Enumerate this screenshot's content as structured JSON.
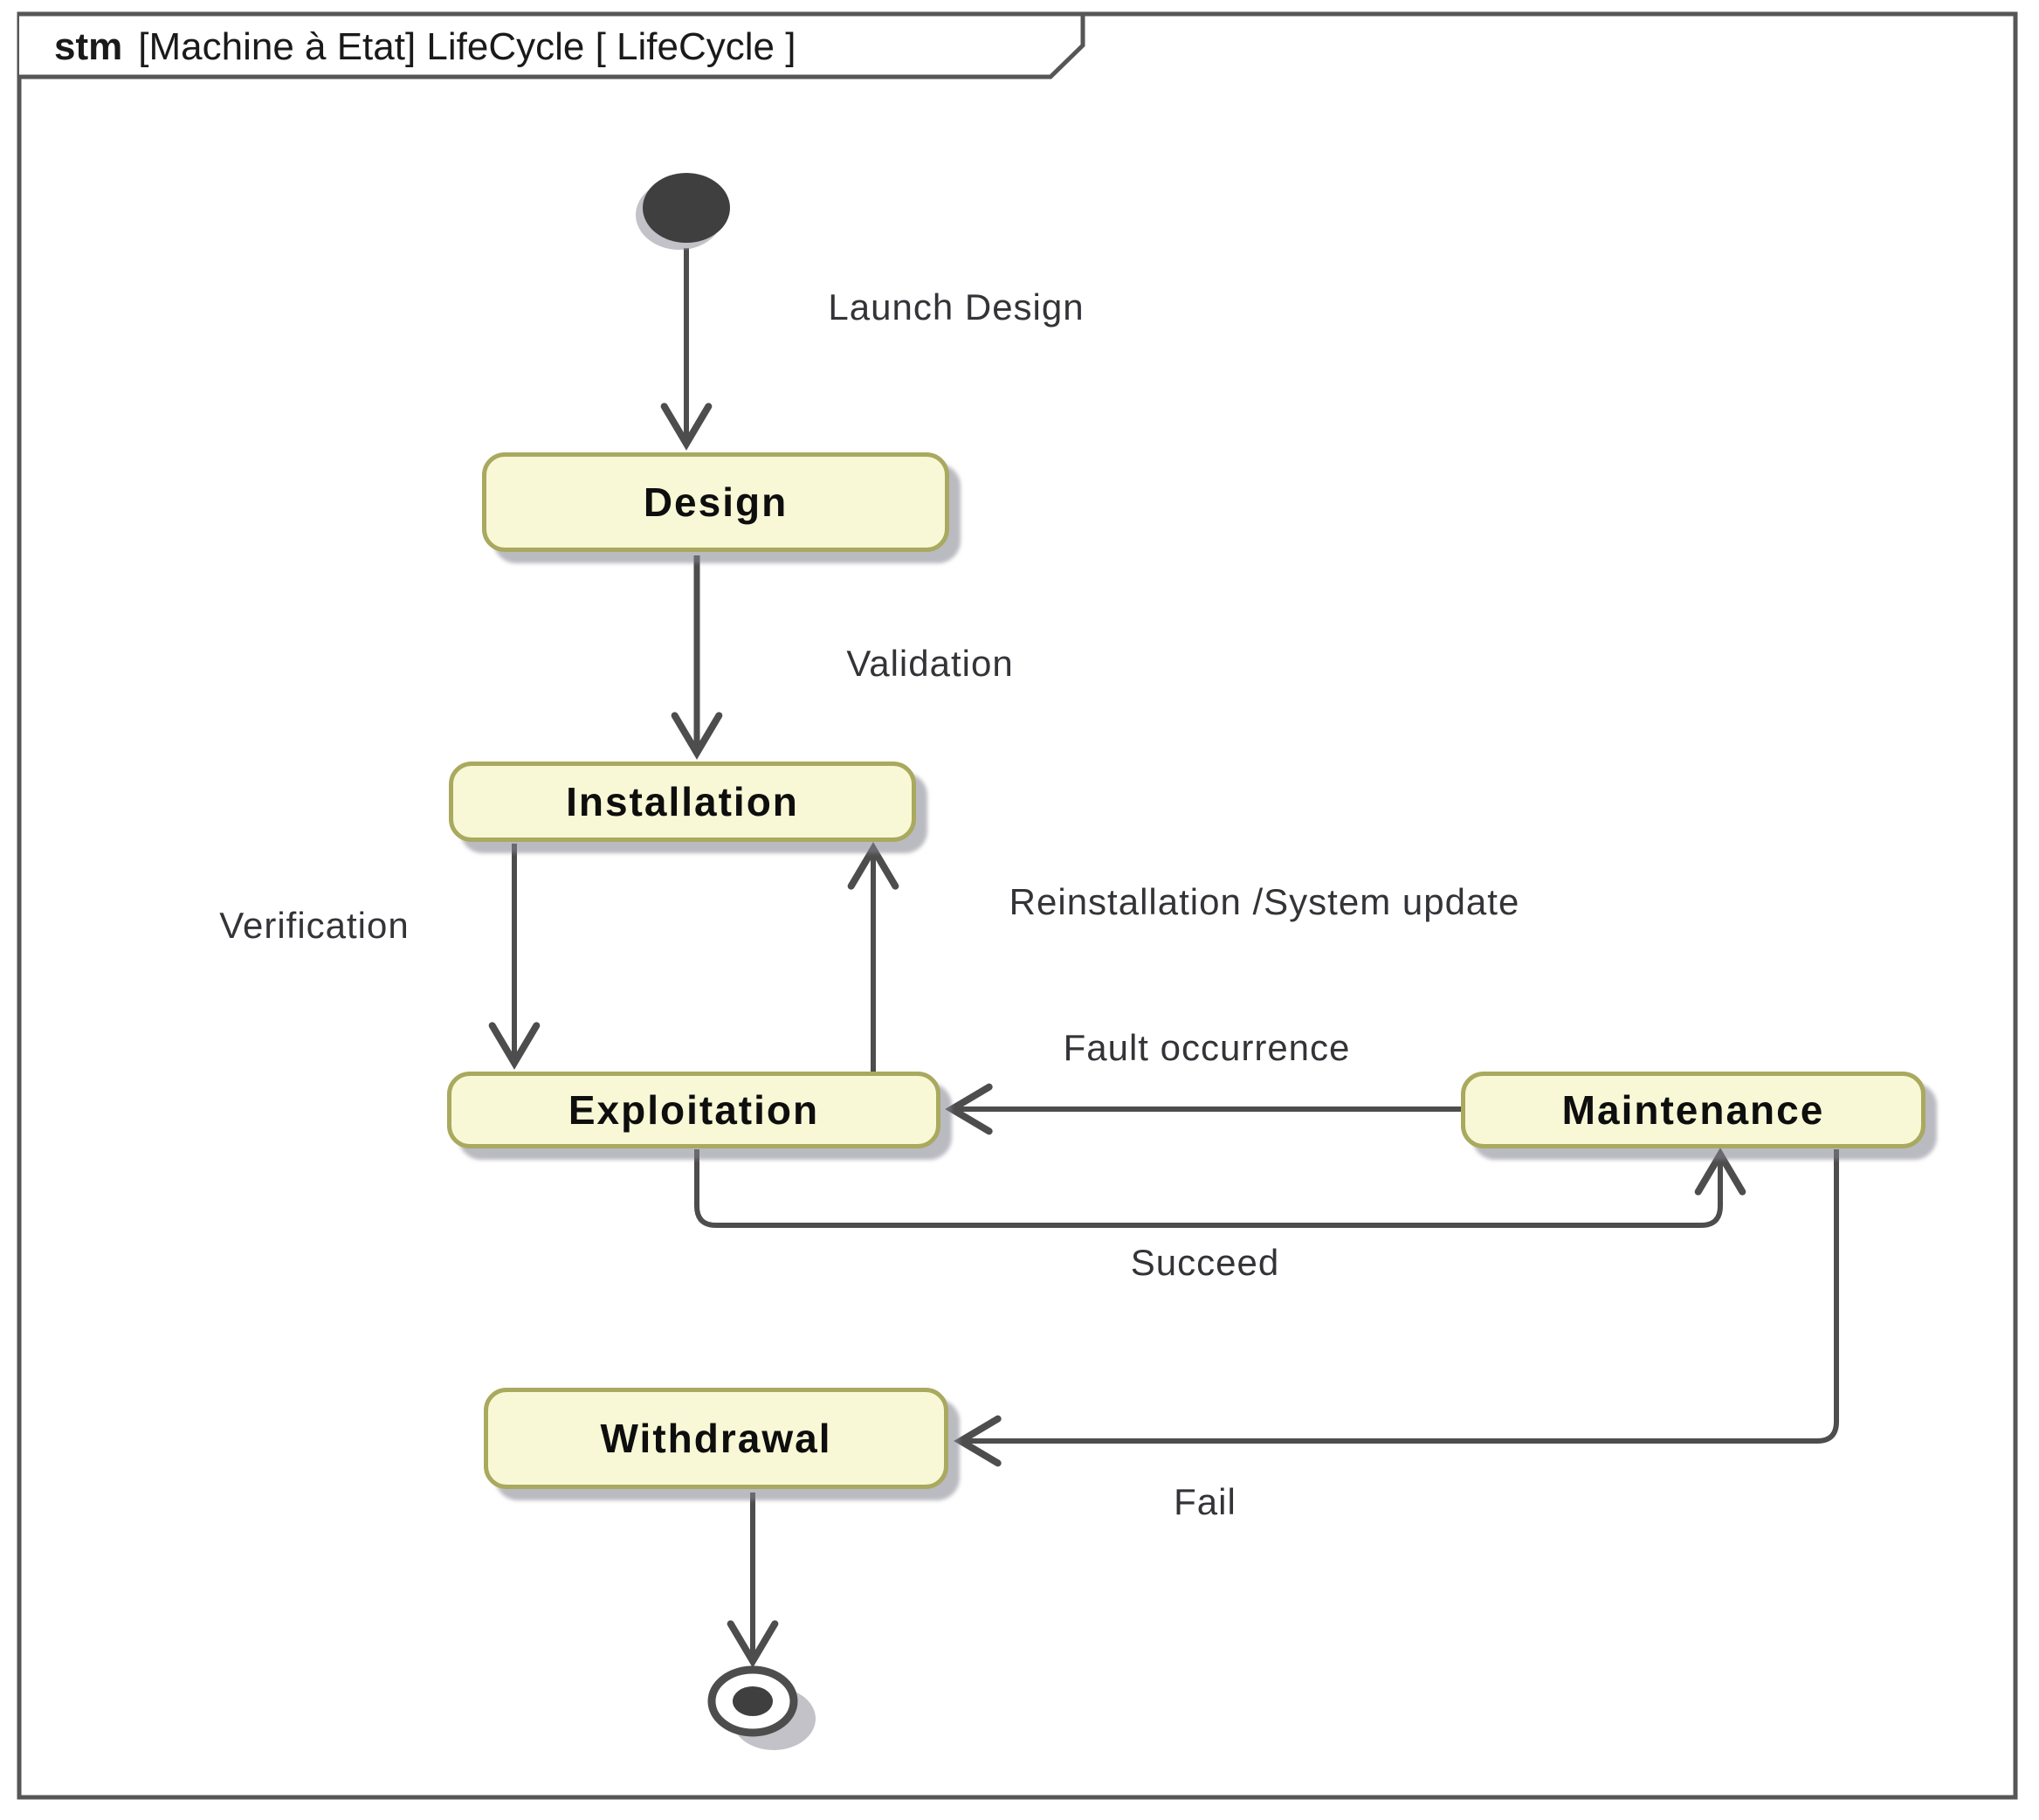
{
  "frame": {
    "kind": "stm",
    "title": "[Machine à Etat] LifeCycle [ LifeCycle ]"
  },
  "states": [
    {
      "id": "design",
      "label": "Design"
    },
    {
      "id": "installation",
      "label": "Installation"
    },
    {
      "id": "exploitation",
      "label": "Exploitation"
    },
    {
      "id": "maintenance",
      "label": "Maintenance"
    },
    {
      "id": "withdrawal",
      "label": "Withdrawal"
    }
  ],
  "pseudostates": [
    {
      "id": "initial",
      "type": "initial-state"
    },
    {
      "id": "final",
      "type": "final-state"
    }
  ],
  "transitions": [
    {
      "label": "Launch Design",
      "from": "initial",
      "to": "design"
    },
    {
      "label": "Validation",
      "from": "design",
      "to": "installation"
    },
    {
      "label": "Verification",
      "from": "installation",
      "to": "exploitation"
    },
    {
      "label": "Reinstallation /System update",
      "from": "exploitation",
      "to": "installation"
    },
    {
      "label": "Fault occurrence",
      "from": "maintenance",
      "to": "exploitation"
    },
    {
      "label": "Succeed",
      "from": "exploitation",
      "to": "maintenance"
    },
    {
      "label": "Fail",
      "from": "maintenance",
      "to": "withdrawal"
    }
  ],
  "colors": {
    "state_fill": "#f8f8d6",
    "state_border": "#a9a95f",
    "line": "#4d4d4d",
    "node_fill": "#3f3f3f",
    "frame_border": "#565656",
    "text": "#1a1a1a"
  }
}
